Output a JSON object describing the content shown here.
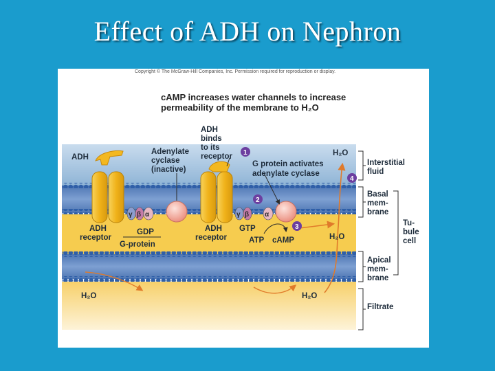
{
  "slide": {
    "title": "Effect of ADH on Nephron"
  },
  "figure": {
    "copyright": "Copyright © The McGraw-Hill Companies, Inc. Permission required for reproduction or display.",
    "heading_line1": "cAMP increases water channels to increase",
    "heading_line2": "permeability of the membrane to H₂O",
    "labels": {
      "adh": "ADH",
      "adenylate_cyclase_1": "Adenylate",
      "adenylate_cyclase_2": "cyclase",
      "adenylate_cyclase_3": "(inactive)",
      "adh_binds_1": "ADH",
      "adh_binds_2": "binds",
      "adh_binds_3": "to its",
      "adh_binds_4": "receptor",
      "g_protein_activates_1": "G protein activates",
      "g_protein_activates_2": "adenylate cyclase",
      "h2o_top": "H₂O",
      "adh_receptor_left_1": "ADH",
      "adh_receptor_left_2": "receptor",
      "gdp": "GDP",
      "g_protein": "G-protein",
      "adh_receptor_mid_1": "ADH",
      "adh_receptor_mid_2": "receptor",
      "gtp": "GTP",
      "atp": "ATP",
      "camp": "cAMP",
      "h2o_mid": "H₂O",
      "h2o_bottom_left": "H₂O",
      "h2o_bottom_right": "H₂O",
      "gamma": "γ",
      "beta": "β",
      "alpha": "α"
    },
    "steps": [
      "1",
      "2",
      "3",
      "4"
    ],
    "regions": {
      "interstitial_1": "Interstitial",
      "interstitial_2": "fluid",
      "basal_1": "Basal",
      "basal_2": "mem-",
      "basal_3": "brane",
      "tubule_1": "Tu-",
      "tubule_2": "bule",
      "tubule_3": "cell",
      "apical_1": "Apical",
      "apical_2": "mem-",
      "apical_3": "brane",
      "filtrate": "Filtrate"
    },
    "colors": {
      "interstitial": "#8fb4d6",
      "membrane_head": "#2f5fa8",
      "membrane_tail": "#5f87c2",
      "cytoplasm": "#f6cc4f",
      "filtrate": "#f8e0a0",
      "receptor": "#f3b820",
      "step_circle": "#6c3fa0",
      "arrow": "#e07a2a",
      "cyclase": "#f4a89a"
    }
  }
}
